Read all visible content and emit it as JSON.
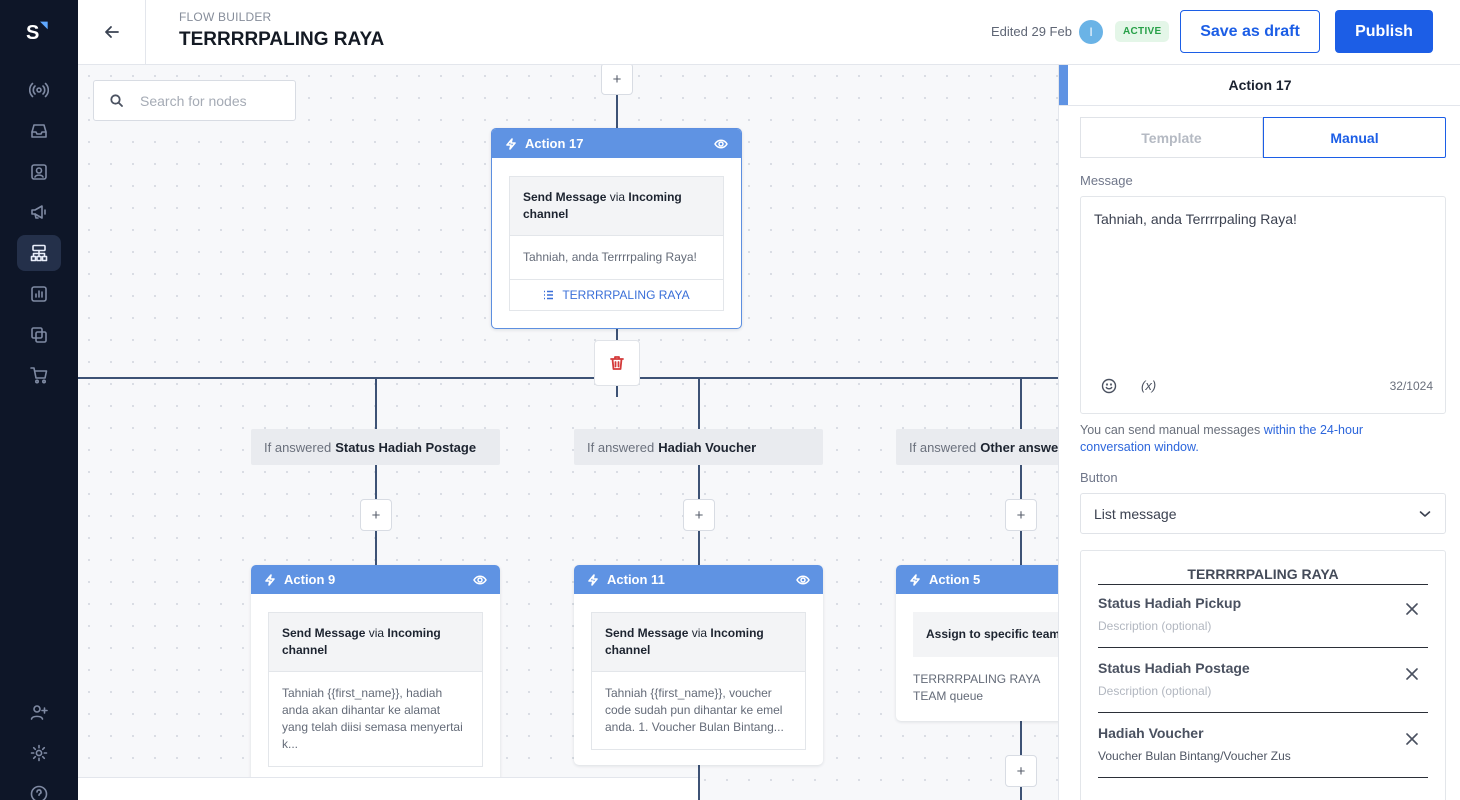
{
  "header": {
    "eyebrow": "FLOW BUILDER",
    "title": "TERRRRPALING RAYA",
    "edited": "Edited 29 Feb",
    "avatar_initial": "I",
    "status": "ACTIVE",
    "save_label": "Save as draft",
    "publish_label": "Publish"
  },
  "rail": {
    "logo": "S",
    "icons": [
      "broadcast-icon",
      "inbox-icon",
      "contacts-icon",
      "megaphone-icon",
      "flow-builder-icon",
      "analytics-icon",
      "templates-icon",
      "commerce-icon",
      "add-user-icon",
      "settings-icon",
      "help-icon"
    ],
    "active": "flow-builder-icon"
  },
  "canvas": {
    "search_placeholder": "Search for nodes",
    "plus": "+",
    "main_node": {
      "title": "Action 17",
      "msg_prefix": "Send Message",
      "msg_via": "via",
      "msg_channel": "Incoming channel",
      "body": "Tahniah, anda Terrrrpaling Raya!",
      "list_label": "TERRRRPALING RAYA"
    },
    "conditions": [
      {
        "prefix": "If answered",
        "answer": "Status Hadiah Postage"
      },
      {
        "prefix": "If answered",
        "answer": "Hadiah Voucher"
      },
      {
        "prefix": "If answered",
        "answer": "Other answers"
      }
    ],
    "child_nodes": [
      {
        "title": "Action 9",
        "msg_prefix": "Send Message",
        "msg_via": "via",
        "msg_channel": "Incoming channel",
        "body": "Tahniah {{first_name}}, hadiah anda akan dihantar ke alamat yang telah diisi semasa menyertai k..."
      },
      {
        "title": "Action 11",
        "msg_prefix": "Send Message",
        "msg_via": "via",
        "msg_channel": "Incoming channel",
        "body": "Tahniah {{first_name}}, voucher code sudah pun dihantar ke emel anda. 1. Voucher Bulan Bintang..."
      },
      {
        "title": "Action 5",
        "assign": "Assign to specific team",
        "body": "TERRRRPALING RAYA TEAM queue"
      }
    ]
  },
  "panel": {
    "title": "Action 17",
    "tab_template": "Template",
    "tab_manual": "Manual",
    "message_label": "Message",
    "message_text": "Tahniah, anda Terrrrpaling Raya!",
    "variable_symbol": "(x)",
    "char_count": "32/1024",
    "hint_text": "You can send manual messages ",
    "hint_link": "within the 24-hour conversation window.",
    "button_label": "Button",
    "button_value": "List message",
    "list_title": "TERRRRPALING RAYA",
    "list_items": [
      {
        "title": "Status Hadiah Pickup",
        "description": "Description (optional)",
        "filled": false
      },
      {
        "title": "Status Hadiah Postage",
        "description": "Description (optional)",
        "filled": false
      },
      {
        "title": "Hadiah Voucher",
        "description": "Voucher Bulan Bintang/Voucher Zus",
        "filled": true
      }
    ]
  },
  "colors": {
    "rail_bg": "#0e1628",
    "accent": "#1c5ee6",
    "node_header": "#5f93e3",
    "active_badge": "#27a048",
    "delete": "#d43a3a"
  }
}
